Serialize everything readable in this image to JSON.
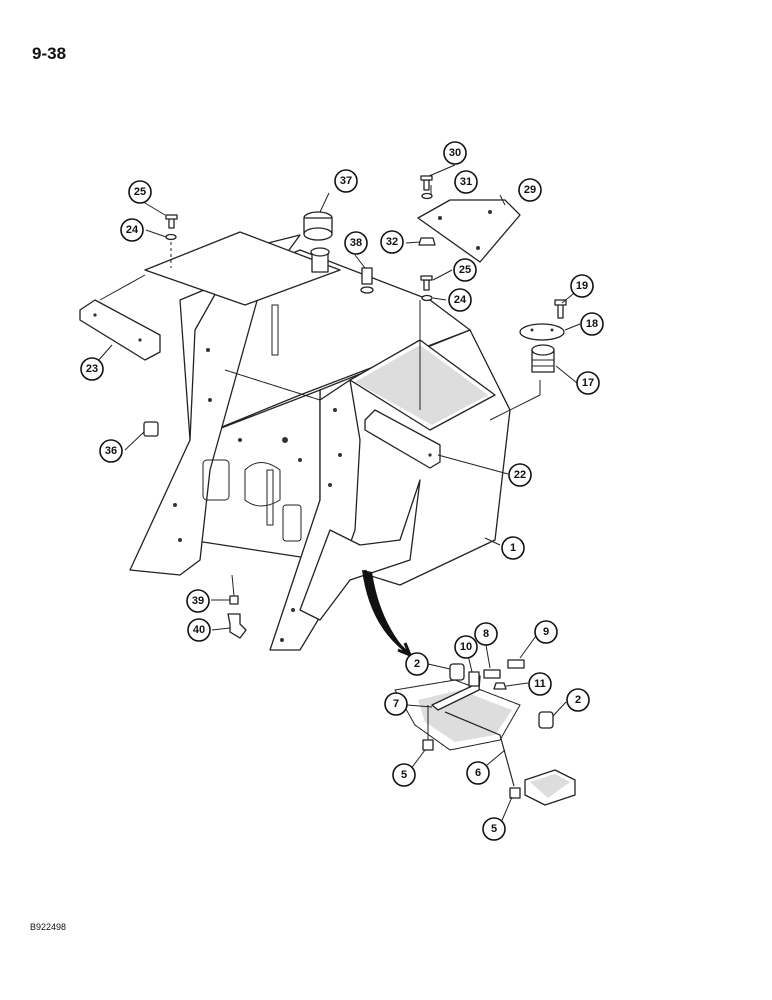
{
  "page": {
    "number": "9-38",
    "figure_code": "B922498"
  },
  "callouts": [
    {
      "id": "c1",
      "label": "1"
    },
    {
      "id": "c2a",
      "label": "2"
    },
    {
      "id": "c2b",
      "label": "2"
    },
    {
      "id": "c5a",
      "label": "5"
    },
    {
      "id": "c5b",
      "label": "5"
    },
    {
      "id": "c6",
      "label": "6"
    },
    {
      "id": "c7",
      "label": "7"
    },
    {
      "id": "c8",
      "label": "8"
    },
    {
      "id": "c9",
      "label": "9"
    },
    {
      "id": "c10",
      "label": "10"
    },
    {
      "id": "c11",
      "label": "11"
    },
    {
      "id": "c17",
      "label": "17"
    },
    {
      "id": "c18",
      "label": "18"
    },
    {
      "id": "c19",
      "label": "19"
    },
    {
      "id": "c22",
      "label": "22"
    },
    {
      "id": "c23",
      "label": "23"
    },
    {
      "id": "c24a",
      "label": "24"
    },
    {
      "id": "c24b",
      "label": "24"
    },
    {
      "id": "c25a",
      "label": "25"
    },
    {
      "id": "c25b",
      "label": "25"
    },
    {
      "id": "c29",
      "label": "29"
    },
    {
      "id": "c30",
      "label": "30"
    },
    {
      "id": "c31",
      "label": "31"
    },
    {
      "id": "c32",
      "label": "32"
    },
    {
      "id": "c36",
      "label": "36"
    },
    {
      "id": "c37",
      "label": "37"
    },
    {
      "id": "c38",
      "label": "38"
    },
    {
      "id": "c39",
      "label": "39"
    },
    {
      "id": "c40",
      "label": "40"
    }
  ]
}
